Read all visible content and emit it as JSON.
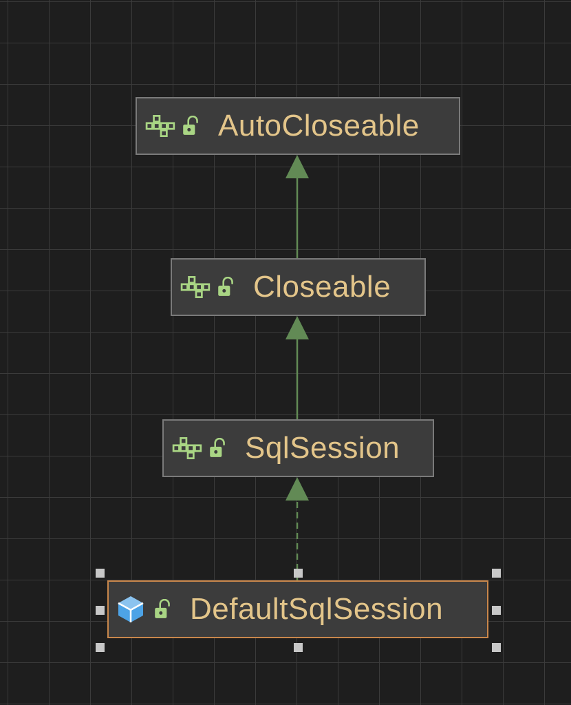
{
  "colors": {
    "background": "#1e1e1e",
    "grid_line": "#3b3b3b",
    "node_fill": "#3c3c3c",
    "node_border": "#7a7a7a",
    "selected_border": "#c9874b",
    "label_text": "#e3c58a",
    "edge": "#628a55",
    "interface_icon": "#a9d584",
    "class_icon": "#4da3e6",
    "lock_icon": "#a9d584",
    "handle": "#c8c8c8"
  },
  "nodes": [
    {
      "id": "autocloseable",
      "label": "AutoCloseable",
      "kind": "interface",
      "icon": "interface-icon",
      "visibility_icon": "unlock-icon",
      "selected": false
    },
    {
      "id": "closeable",
      "label": "Closeable",
      "kind": "interface",
      "icon": "interface-icon",
      "visibility_icon": "unlock-icon",
      "selected": false
    },
    {
      "id": "sqlsession",
      "label": "SqlSession",
      "kind": "interface",
      "icon": "interface-icon",
      "visibility_icon": "unlock-icon",
      "selected": false
    },
    {
      "id": "defaultsqlsession",
      "label": "DefaultSqlSession",
      "kind": "class",
      "icon": "class-icon",
      "visibility_icon": "unlock-icon",
      "selected": true
    }
  ],
  "edges": [
    {
      "from": "closeable",
      "to": "autocloseable",
      "style": "solid",
      "relation": "extends"
    },
    {
      "from": "sqlsession",
      "to": "closeable",
      "style": "solid",
      "relation": "extends"
    },
    {
      "from": "defaultsqlsession",
      "to": "sqlsession",
      "style": "dashed",
      "relation": "implements"
    }
  ]
}
